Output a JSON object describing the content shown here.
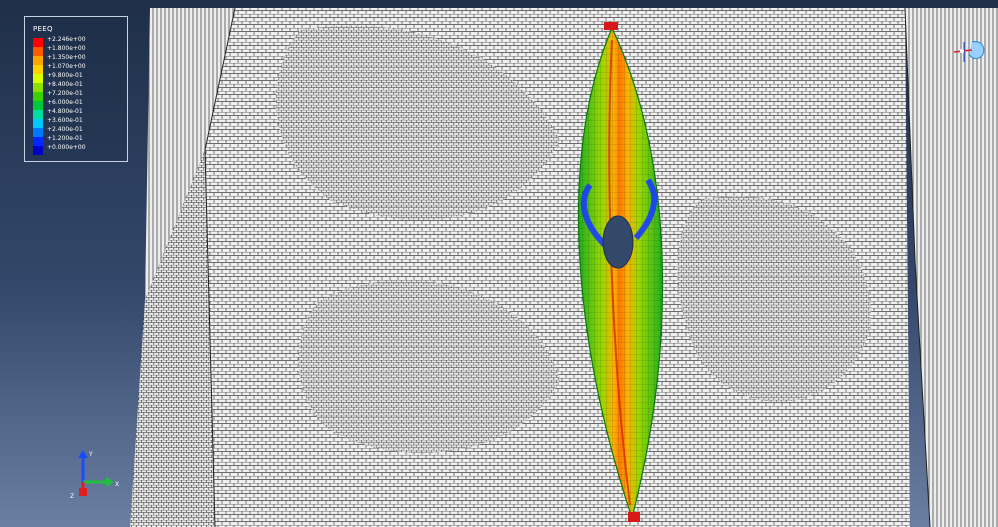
{
  "legend": {
    "title": "PEEQ",
    "values": [
      "+2.246e+00",
      "+1.800e+00",
      "+1.350e+00",
      "+1.070e+00",
      "+9.800e-01",
      "+8.400e-01",
      "+7.200e-01",
      "+6.000e-01",
      "+4.800e-01",
      "+3.600e-01",
      "+2.400e-01",
      "+1.200e-01",
      "+0.000e+00"
    ],
    "colors": [
      "#ff0000",
      "#ff5a00",
      "#ffa500",
      "#ffd200",
      "#d8ff00",
      "#8ee000",
      "#3cd000",
      "#00c83c",
      "#00dca0",
      "#00c8ff",
      "#0078ff",
      "#0028ff",
      "#0000c8"
    ]
  },
  "triad": {
    "axis_y": "Y",
    "axis_x": "X",
    "axis_z": "Z",
    "colors": {
      "y": "#1a4cff",
      "x": "#20c040",
      "z": "#e02020"
    }
  },
  "colors": {
    "background_top": "#1f2f4a",
    "background_bottom": "#6b7fa3",
    "mesh_fill": "#efefef",
    "mesh_line": "#3a3a3a"
  }
}
